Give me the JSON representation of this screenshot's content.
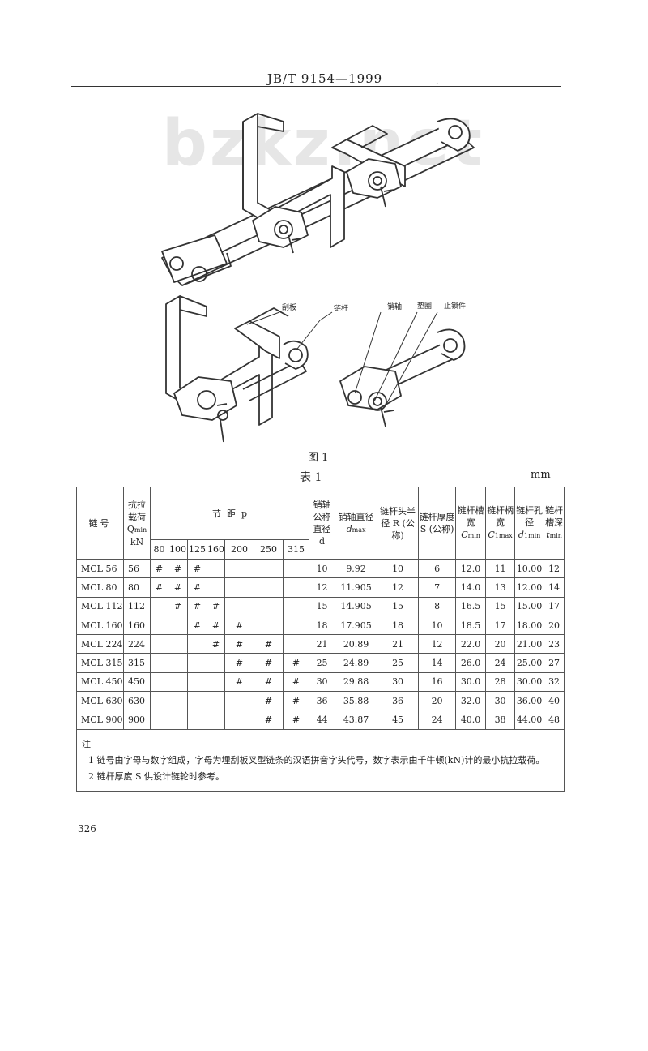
{
  "header": {
    "standard": "JB/T 9154—1999"
  },
  "watermark": "bzkz.net",
  "figure": {
    "labels": {
      "scraper": "刮板",
      "chain_rod": "链杆",
      "pin": "销轴",
      "washer": "垫圈",
      "stopper": "止锁件"
    },
    "caption": "图 1"
  },
  "table": {
    "caption": "表 1",
    "unit": "mm",
    "headers": {
      "chain_no": "链号",
      "load": "抗拉载荷",
      "load_symbol": "Q",
      "load_sub": "min",
      "load_unit": "kN",
      "pitch": "节  距  p",
      "pitches": [
        "80",
        "100",
        "125",
        "160",
        "200",
        "250",
        "315"
      ],
      "pin_nominal": "销轴公称直径 d",
      "pin_dia": "销轴直径",
      "pin_dia_symbol": "d",
      "pin_dia_sub": "max",
      "rod_head": "链杆头半径 R (公称)",
      "rod_thick": "链杆厚度 S (公称)",
      "groove_width": "链杆槽宽",
      "groove_width_symbol": "C",
      "groove_width_sub": "min",
      "shank_width": "链杆柄宽",
      "shank_width_symbol": "C",
      "shank_width_sub": "1max",
      "hole_dia": "链杆孔径",
      "hole_dia_symbol": "d",
      "hole_dia_sub": "1min",
      "groove_depth": "链杆槽深",
      "groove_depth_symbol": "t",
      "groove_depth_sub": "min"
    },
    "rows": [
      {
        "no": "MCL 56",
        "q": "56",
        "p": [
          "#",
          "#",
          "#",
          "",
          "",
          "",
          ""
        ],
        "d": "10",
        "dmax": "9.92",
        "r": "10",
        "s": "6",
        "c": "12.0",
        "c1": "11",
        "d1": "10.00",
        "t": "12"
      },
      {
        "no": "MCL 80",
        "q": "80",
        "p": [
          "#",
          "#",
          "#",
          "",
          "",
          "",
          ""
        ],
        "d": "12",
        "dmax": "11.905",
        "r": "12",
        "s": "7",
        "c": "14.0",
        "c1": "13",
        "d1": "12.00",
        "t": "14"
      },
      {
        "no": "MCL 112",
        "q": "112",
        "p": [
          "",
          "#",
          "#",
          "#",
          "",
          "",
          ""
        ],
        "d": "15",
        "dmax": "14.905",
        "r": "15",
        "s": "8",
        "c": "16.5",
        "c1": "15",
        "d1": "15.00",
        "t": "17"
      },
      {
        "no": "MCL 160",
        "q": "160",
        "p": [
          "",
          "",
          "#",
          "#",
          "#",
          "",
          ""
        ],
        "d": "18",
        "dmax": "17.905",
        "r": "18",
        "s": "10",
        "c": "18.5",
        "c1": "17",
        "d1": "18.00",
        "t": "20"
      },
      {
        "no": "MCL 224",
        "q": "224",
        "p": [
          "",
          "",
          "",
          "#",
          "#",
          "#",
          ""
        ],
        "d": "21",
        "dmax": "20.89",
        "r": "21",
        "s": "12",
        "c": "22.0",
        "c1": "20",
        "d1": "21.00",
        "t": "23"
      },
      {
        "no": "MCL 315",
        "q": "315",
        "p": [
          "",
          "",
          "",
          "",
          "#",
          "#",
          "#"
        ],
        "d": "25",
        "dmax": "24.89",
        "r": "25",
        "s": "14",
        "c": "26.0",
        "c1": "24",
        "d1": "25.00",
        "t": "27"
      },
      {
        "no": "MCL 450",
        "q": "450",
        "p": [
          "",
          "",
          "",
          "",
          "#",
          "#",
          "#"
        ],
        "d": "30",
        "dmax": "29.88",
        "r": "30",
        "s": "16",
        "c": "30.0",
        "c1": "28",
        "d1": "30.00",
        "t": "32"
      },
      {
        "no": "MCL 630",
        "q": "630",
        "p": [
          "",
          "",
          "",
          "",
          "",
          "#",
          "#"
        ],
        "d": "36",
        "dmax": "35.88",
        "r": "36",
        "s": "20",
        "c": "32.0",
        "c1": "30",
        "d1": "36.00",
        "t": "40"
      },
      {
        "no": "MCL 900",
        "q": "900",
        "p": [
          "",
          "",
          "",
          "",
          "",
          "#",
          "#"
        ],
        "d": "44",
        "dmax": "43.87",
        "r": "45",
        "s": "24",
        "c": "40.0",
        "c1": "38",
        "d1": "44.00",
        "t": "48"
      }
    ],
    "notes": {
      "title": "注",
      "items": [
        "1  链号由字母与数字组成，字母为埋刮板叉型链条的汉语拼音字头代号，数字表示由千牛顿(kN)计的最小抗拉载荷。",
        "2  链杆厚度 S 供设计链轮时参考。"
      ]
    }
  },
  "page_number": "326"
}
